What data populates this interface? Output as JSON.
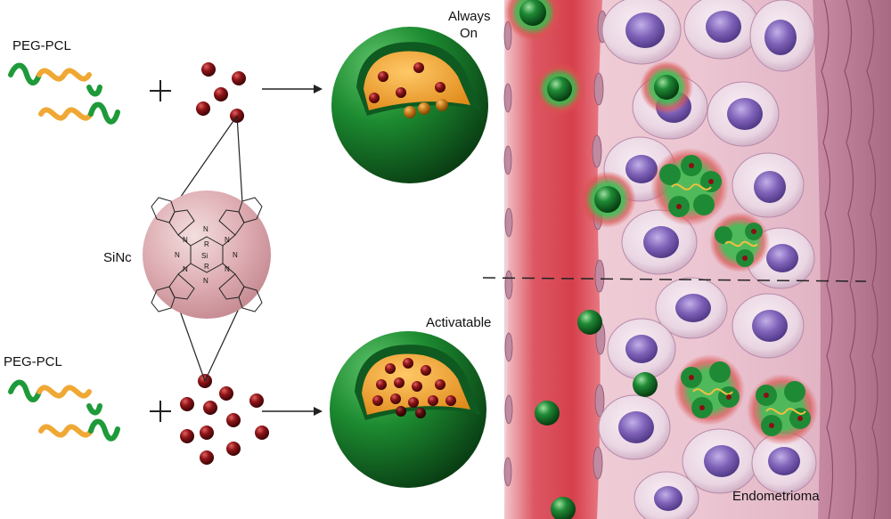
{
  "labels": {
    "peg_pcl_top": "PEG-PCL",
    "peg_pcl_bottom": "PEG-PCL",
    "always_on_line1": "Always",
    "always_on_line2": "On",
    "sinc": "SiNc",
    "activatable": "Activatable",
    "endometrioma": "Endometrioma"
  },
  "molecule": {
    "atoms": [
      "N",
      "N",
      "N",
      "N",
      "N",
      "N",
      "N",
      "N",
      "R",
      "Si",
      "R"
    ]
  },
  "colors": {
    "peg_green": "#1f9a3a",
    "pcl_orange": "#f0a835",
    "sinc_dark_red": "#8a0f12",
    "shell_green": "#1a7d2e",
    "vessel_red": "#d9404c",
    "tissue_pink": "#e9c2cf",
    "cell_nucleus": "#7a5ab0",
    "muscle": "#b87e95"
  }
}
